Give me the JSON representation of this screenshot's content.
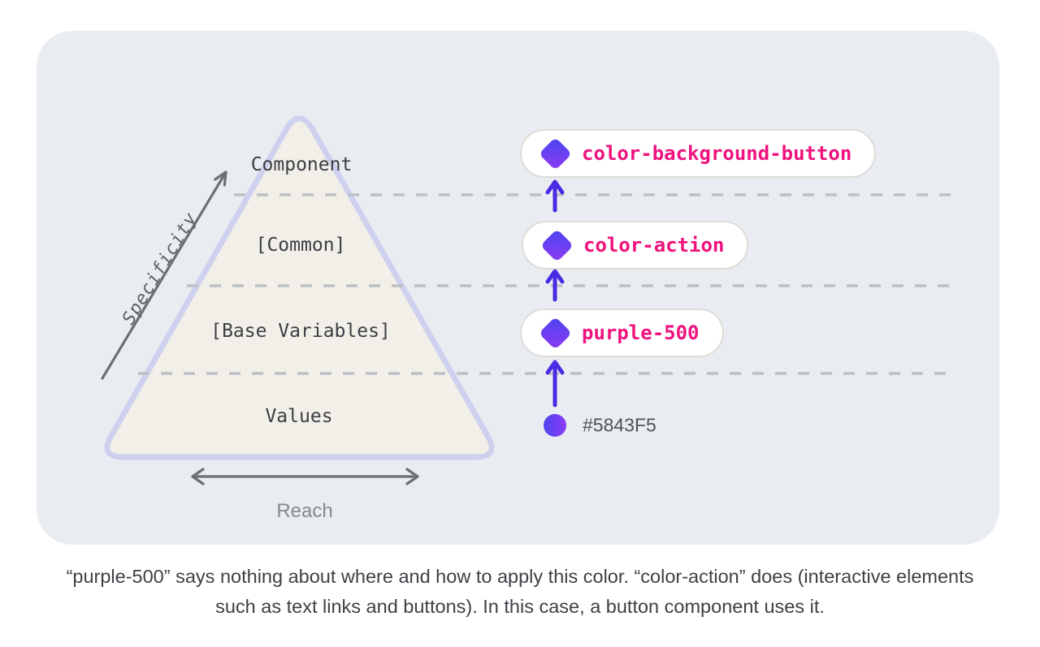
{
  "colors": {
    "card_bg": "#e9edf2",
    "pyramid_fill": "#f1efe8",
    "pyramid_border": "#cdd1ee",
    "divider_dash": "#bcc0c6",
    "axis_arrow": "#6b6e73",
    "connector_arrow": "#4a2be4",
    "diamond_gradient_start": "#4845f0",
    "diamond_gradient_end": "#8f3af2",
    "token_text": "#f0127e",
    "value_color": "#5843F5"
  },
  "pyramid": {
    "levels": [
      {
        "label": "Component"
      },
      {
        "label": "[Common]"
      },
      {
        "label": "[Base Variables]"
      },
      {
        "label": "Values"
      }
    ],
    "specificity_axis_label": "Specificity",
    "reach_axis_label": "Reach"
  },
  "tokens": [
    {
      "icon": "diamond-icon",
      "label": "color-background-button"
    },
    {
      "icon": "diamond-icon",
      "label": "color-action"
    },
    {
      "icon": "diamond-icon",
      "label": "purple-500"
    }
  ],
  "value": {
    "icon": "color-swatch-icon",
    "hex_label": "#5843F5"
  },
  "caption": {
    "line1": "“purple-500” says nothing about where and how to apply this color. “color-action” does (interactive elements",
    "line2": "such as text links and buttons). In this case, a button component uses it."
  }
}
